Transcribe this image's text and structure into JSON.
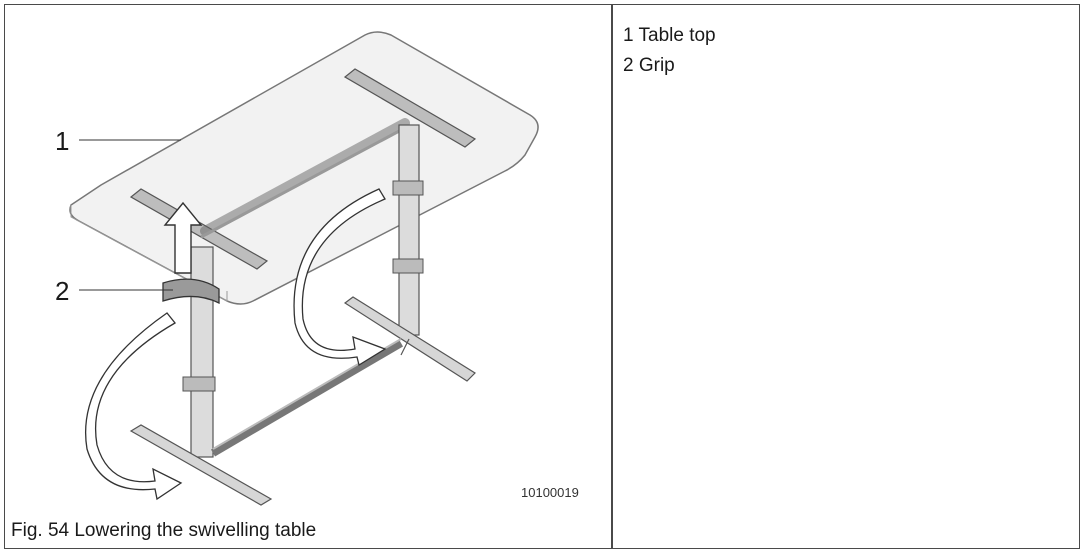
{
  "figure": {
    "image_id": "10100019",
    "caption": "Fig. 54 Lowering the swivelling table",
    "callouts": [
      "1",
      "2"
    ]
  },
  "legend": {
    "items": [
      {
        "label": "1 Table top"
      },
      {
        "label": "2 Grip"
      }
    ]
  }
}
